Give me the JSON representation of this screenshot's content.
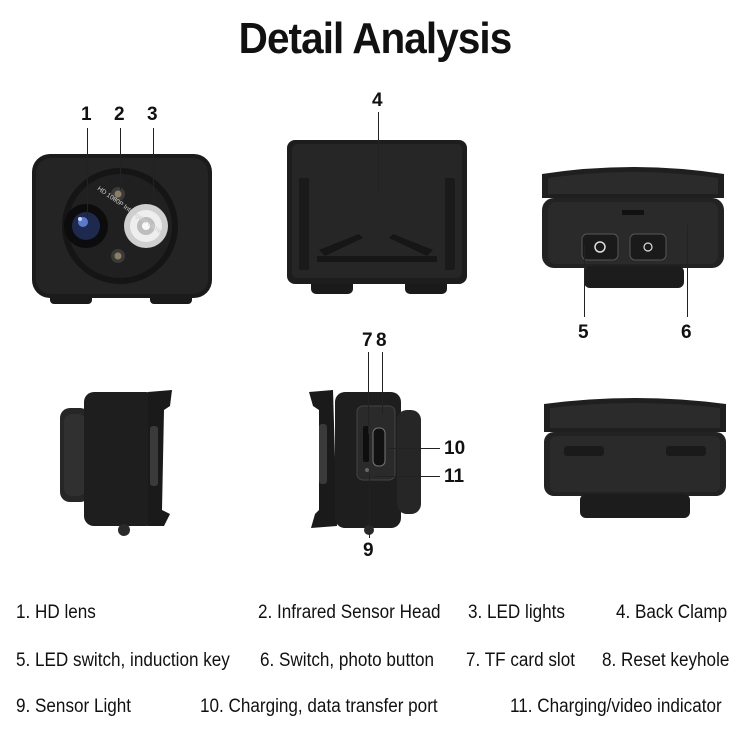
{
  "title": "Detail Analysis",
  "callouts": [
    "1",
    "2",
    "3",
    "4",
    "5",
    "6",
    "7",
    "8",
    "9",
    "10",
    "11"
  ],
  "lens_ring_text": "HD 1080P Intelligent camera",
  "legend": [
    "1. HD lens",
    "2. Infrared Sensor Head",
    "3. LED lights",
    "4. Back Clamp",
    "5. LED switch, induction key",
    "6. Switch, photo button",
    "7. TF card slot",
    "8. Reset keyhole",
    "9. Sensor Light",
    "10. Charging, data transfer port",
    "11. Charging/video indicator"
  ]
}
